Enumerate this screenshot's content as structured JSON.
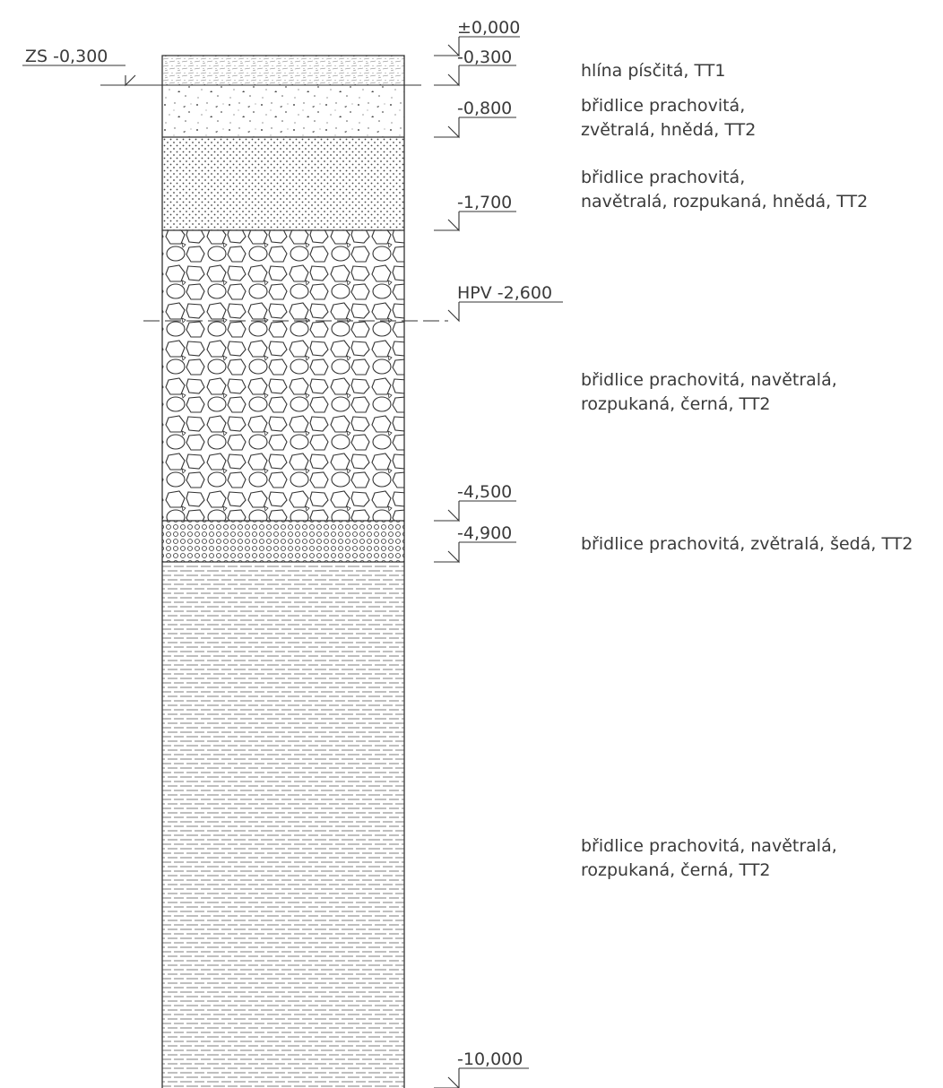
{
  "elevations": {
    "top": "±0,000",
    "e_0300": "-0,300",
    "e_0800": "-0,800",
    "e_1700": "-1,700",
    "e_4500": "-4,500",
    "e_4900": "-4,900",
    "e_10000": "-10,000"
  },
  "levels": {
    "terrain": "ZS -0,300",
    "groundwater": "HPV -2,600"
  },
  "layers": [
    {
      "lines": [
        "hlína písčitá, TT1"
      ]
    },
    {
      "lines": [
        "břidlice prachovitá,",
        "zvětralá, hnědá, TT2"
      ]
    },
    {
      "lines": [
        "břidlice prachovitá,",
        "navětralá, rozpukaná, hnědá, TT2"
      ]
    },
    {
      "lines": [
        "břidlice prachovitá, navětralá,",
        "rozpukaná, černá, TT2"
      ]
    },
    {
      "lines": [
        "břidlice prachovitá, zvětralá, šedá, TT2"
      ]
    },
    {
      "lines": [
        "břidlice prachovitá, navětralá,",
        "rozpukaná, černá, TT2"
      ]
    }
  ]
}
